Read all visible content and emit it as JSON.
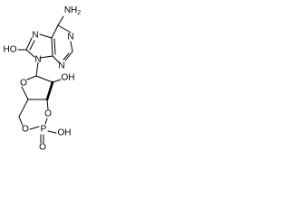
{
  "molecule": {
    "labels": {
      "nh2": "NH2",
      "n7": "N",
      "n1": "N",
      "n3": "N",
      "n9": "N",
      "ho8": "HO",
      "oh2p": "OH",
      "o_ring": "O",
      "o3p": "O",
      "o5p": "O",
      "p": "P",
      "o_double": "O",
      "oh_p": "OH"
    },
    "line_color": "#000000",
    "background_color": "#ffffff"
  }
}
